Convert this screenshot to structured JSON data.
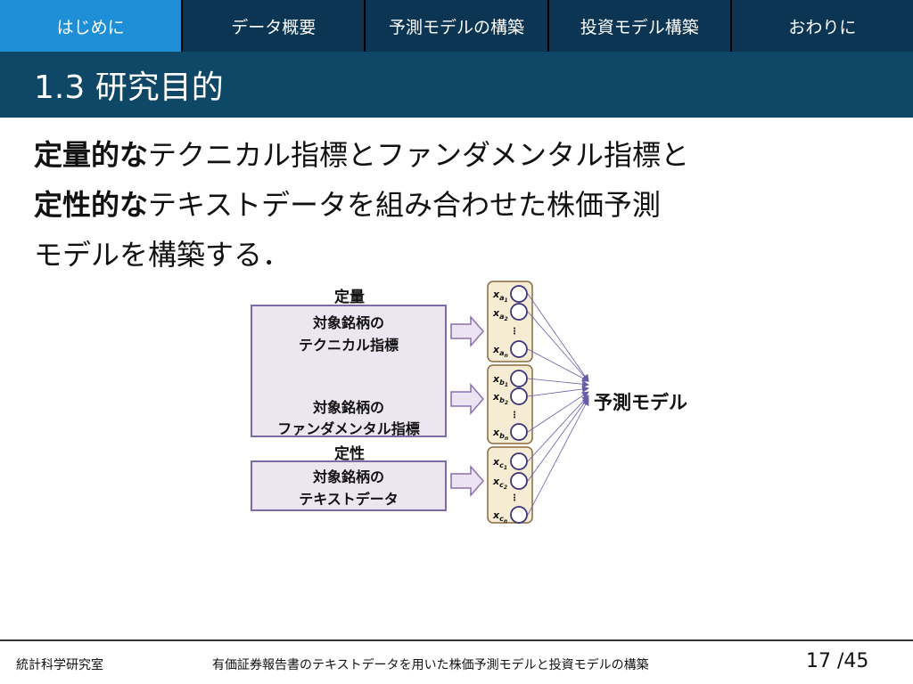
{
  "nav": {
    "tabs": [
      {
        "label": "はじめに",
        "active": true
      },
      {
        "label": "データ概要",
        "active": false
      },
      {
        "label": "予測モデルの構築",
        "active": false
      },
      {
        "label": "投資モデル構築",
        "active": false
      },
      {
        "label": "おわりに",
        "active": false
      }
    ]
  },
  "slide": {
    "title": "1.3 研究目的",
    "line1_bold": "定量的な",
    "line1_rest": "テクニカル指標とファンダメンタル指標と",
    "line2_bold": "定性的な",
    "line2_rest": "テキストデータを組み合わせた株価予測",
    "line3": "モデルを構築する．"
  },
  "diagram": {
    "quantitative_label": "定量",
    "qualitative_label": "定性",
    "technical_line1": "対象銘柄の",
    "technical_line2": "テクニカル指標",
    "fundamental_line1": "対象銘柄の",
    "fundamental_line2": "ファンダメンタル指標",
    "text_line1": "対象銘柄の",
    "text_line2": "テキストデータ",
    "model_label": "予測モデル",
    "groups": [
      {
        "var": "a",
        "inputs": [
          "1",
          "2",
          "n"
        ]
      },
      {
        "var": "b",
        "inputs": [
          "1",
          "2",
          "n"
        ]
      },
      {
        "var": "c",
        "inputs": [
          "1",
          "2",
          "n"
        ]
      }
    ],
    "colors": {
      "box_fill": "#ece6f1",
      "box_stroke": "#7b6aa6",
      "arrow_fill": "#ece4f2",
      "arrow_stroke": "#8a6fae",
      "panel_fill": "#f5ecd3",
      "panel_stroke": "#8a6a40",
      "link": "#6a5aa8"
    }
  },
  "footer": {
    "lab": "統計科学研究室",
    "subject": "有価証券報告書のテキストデータを用いた株価予測モデルと投資モデルの構築",
    "page": "17 /45"
  }
}
